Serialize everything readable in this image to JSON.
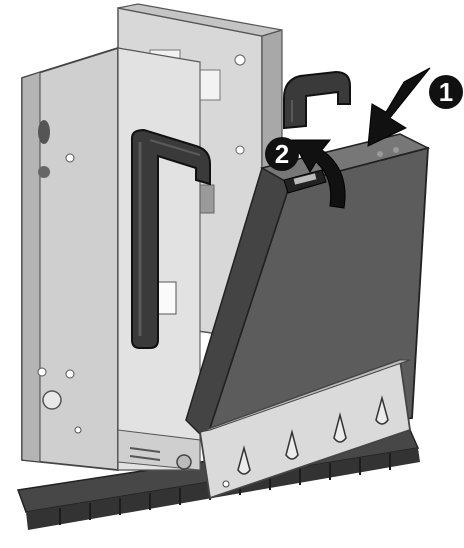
{
  "figure": {
    "subject": "drive-cage-with-hard-drive",
    "callouts": [
      {
        "number": "1",
        "meaning": "press-down"
      },
      {
        "number": "2",
        "meaning": "rotate-up"
      }
    ],
    "colors": {
      "cage_light": "#dcdcdc",
      "cage_mid": "#bdbdbd",
      "cage_dark": "#8c8c8c",
      "drive_body": "#5a5a5a",
      "drive_edge": "#3c3c3c",
      "base_dark": "#4a4a4a",
      "arrow": "#111111",
      "callout_bg": "#111111",
      "callout_text": "#ffffff"
    }
  }
}
